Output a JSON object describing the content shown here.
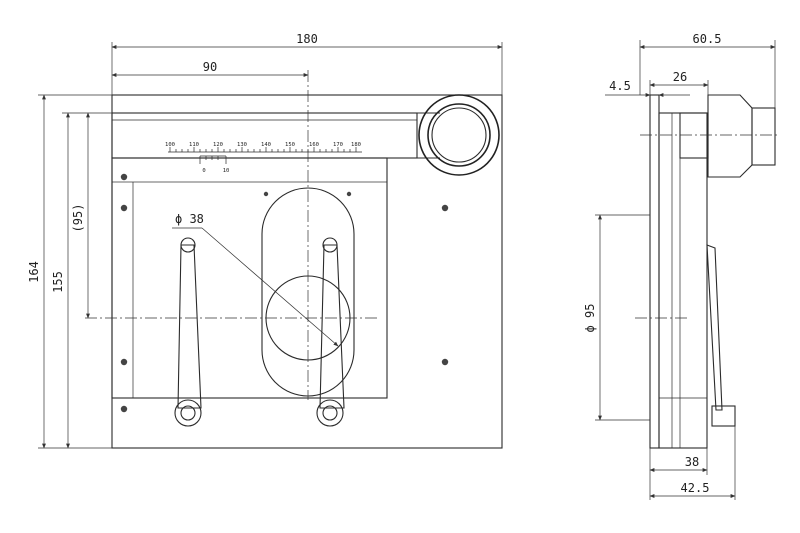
{
  "front_view": {
    "dims": {
      "width_total": "180",
      "width_half": "90",
      "height_total": "164",
      "height_inner": "155",
      "height_ref": "(95)",
      "hole_diameter": "ϕ 38"
    },
    "scale": {
      "upper_ticks": [
        "100",
        "110",
        "120",
        "130",
        "140",
        "150",
        "160",
        "170",
        "180"
      ],
      "lower_ticks": [
        "0",
        "10"
      ]
    }
  },
  "side_view": {
    "dims": {
      "depth_total": "60.5",
      "depth_mid": "26",
      "offset": "4.5",
      "bore_diameter": "ϕ 95",
      "base_depth": "38",
      "base_total": "42.5"
    }
  }
}
